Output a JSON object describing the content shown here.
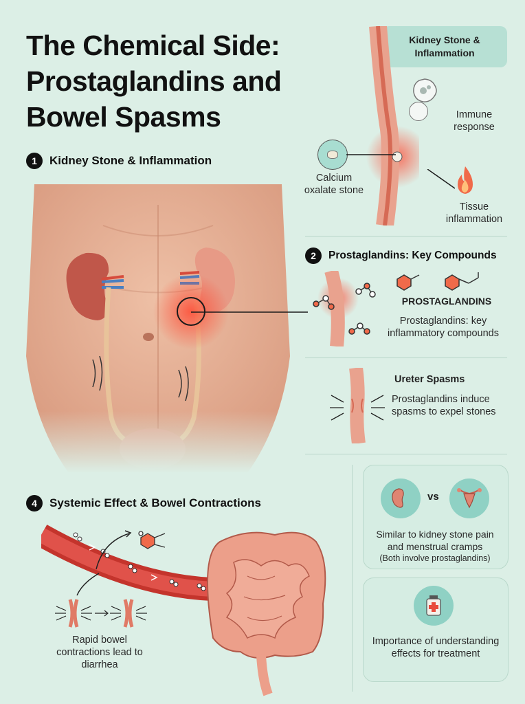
{
  "title": "The Chemical Side: Prostaglandins and Bowel Spasms",
  "sections": {
    "s1": {
      "num": "1",
      "label": "Kidney Stone & Inflammation"
    },
    "s2": {
      "num": "2",
      "label": "Prostaglandins: Key Compounds"
    },
    "s3": {
      "label": "Ureter Spasms"
    },
    "s4": {
      "num": "4",
      "label": "Systemic Effect & Bowel Contractions"
    }
  },
  "inset": {
    "tag": "Kidney Stone & Inflammation",
    "immune_response": "Immune response",
    "stone": "Calcium oxalate stone",
    "inflammation": "Tissue inflammation"
  },
  "prostaglandins": {
    "heading": "PROSTAGLANDINS",
    "caption": "Prostaglandins: key inflammatory compounds"
  },
  "ureter_spasms": {
    "caption": "Prostaglandins induce spasms to expel stones"
  },
  "comparison": {
    "vs": "vs",
    "caption": "Similar to kidney stone pain and menstrual cramps",
    "note": "(Both involve prostaglandins)"
  },
  "treatment": {
    "caption": "Importance of understanding effects for treatment"
  },
  "bowel": {
    "caption": "Rapid bowel contractions lead to diarrhea"
  },
  "icons": [
    "kidney-icon",
    "uterus-icon",
    "medicine-icon",
    "fire-icon",
    "immune-cell-icon",
    "molecule-icon"
  ],
  "colors": {
    "accent": "#e84b3c",
    "teal": "#8fd1c4",
    "tissue": "#e9a28e",
    "background": "#dcefe6"
  }
}
